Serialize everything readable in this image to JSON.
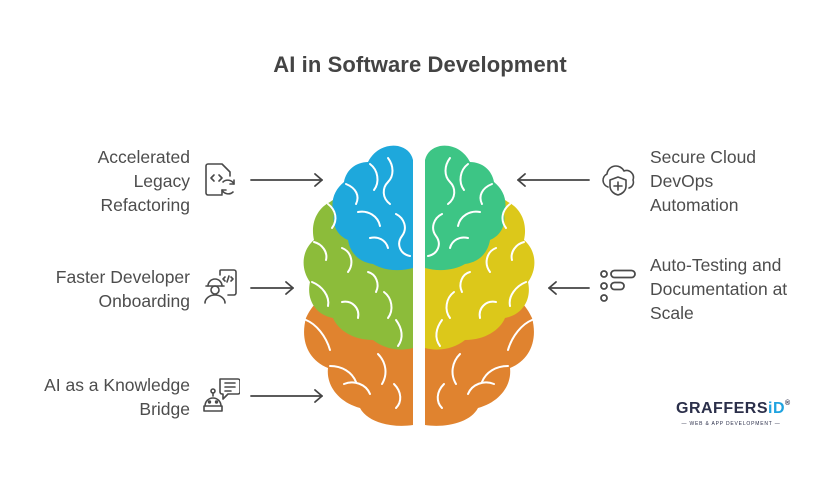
{
  "title": "AI in Software Development",
  "left_items": [
    {
      "lines": [
        "Accelerated",
        "Legacy",
        "Refactoring"
      ],
      "icon": "code-file-refresh-icon"
    },
    {
      "lines": [
        "Faster Developer",
        "Onboarding"
      ],
      "icon": "developer-code-icon"
    },
    {
      "lines": [
        "AI as a Knowledge",
        "Bridge"
      ],
      "icon": "robot-chat-icon"
    }
  ],
  "right_items": [
    {
      "lines": [
        "Secure Cloud",
        "DevOps",
        "Automation"
      ],
      "icon": "cloud-shield-icon"
    },
    {
      "lines": [
        "Auto-Testing and",
        "Documentation at",
        "Scale"
      ],
      "icon": "list-toggle-icon"
    }
  ],
  "brain": {
    "regions": [
      {
        "name": "left-frontal",
        "color": "#1ea8dc"
      },
      {
        "name": "right-frontal",
        "color": "#3dc585"
      },
      {
        "name": "left-parietal",
        "color": "#8cbc3a"
      },
      {
        "name": "right-parietal",
        "color": "#dcc81a"
      },
      {
        "name": "left-occipital",
        "color": "#e0832f"
      },
      {
        "name": "right-occipital",
        "color": "#e0832f"
      }
    ]
  },
  "logo": {
    "main_prefix": "GRAFFERS",
    "main_accent": "iD",
    "registered": "®",
    "subtitle": "— WEB & APP DEVELOPMENT —"
  },
  "colors": {
    "text": "#4d4d4d",
    "title": "#444444",
    "arrow": "#444444",
    "blue": "#1ea8dc",
    "teal": "#3dc585",
    "lime": "#8cbc3a",
    "yellow": "#dcc81a",
    "orange": "#e0832f"
  }
}
